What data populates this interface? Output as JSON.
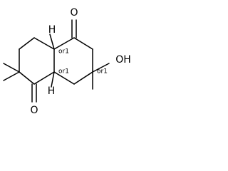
{
  "molecule": {
    "atoms": {
      "oxygen_top": "O",
      "oxygen_bottom": "O",
      "hydroxyl": "OH",
      "hydrogen_top": "H",
      "hydrogen_bottom": "H"
    },
    "stereo_labels": {
      "top_junction": "or1",
      "bottom_junction": "or1",
      "hydroxyl_carbon": "or1"
    }
  }
}
